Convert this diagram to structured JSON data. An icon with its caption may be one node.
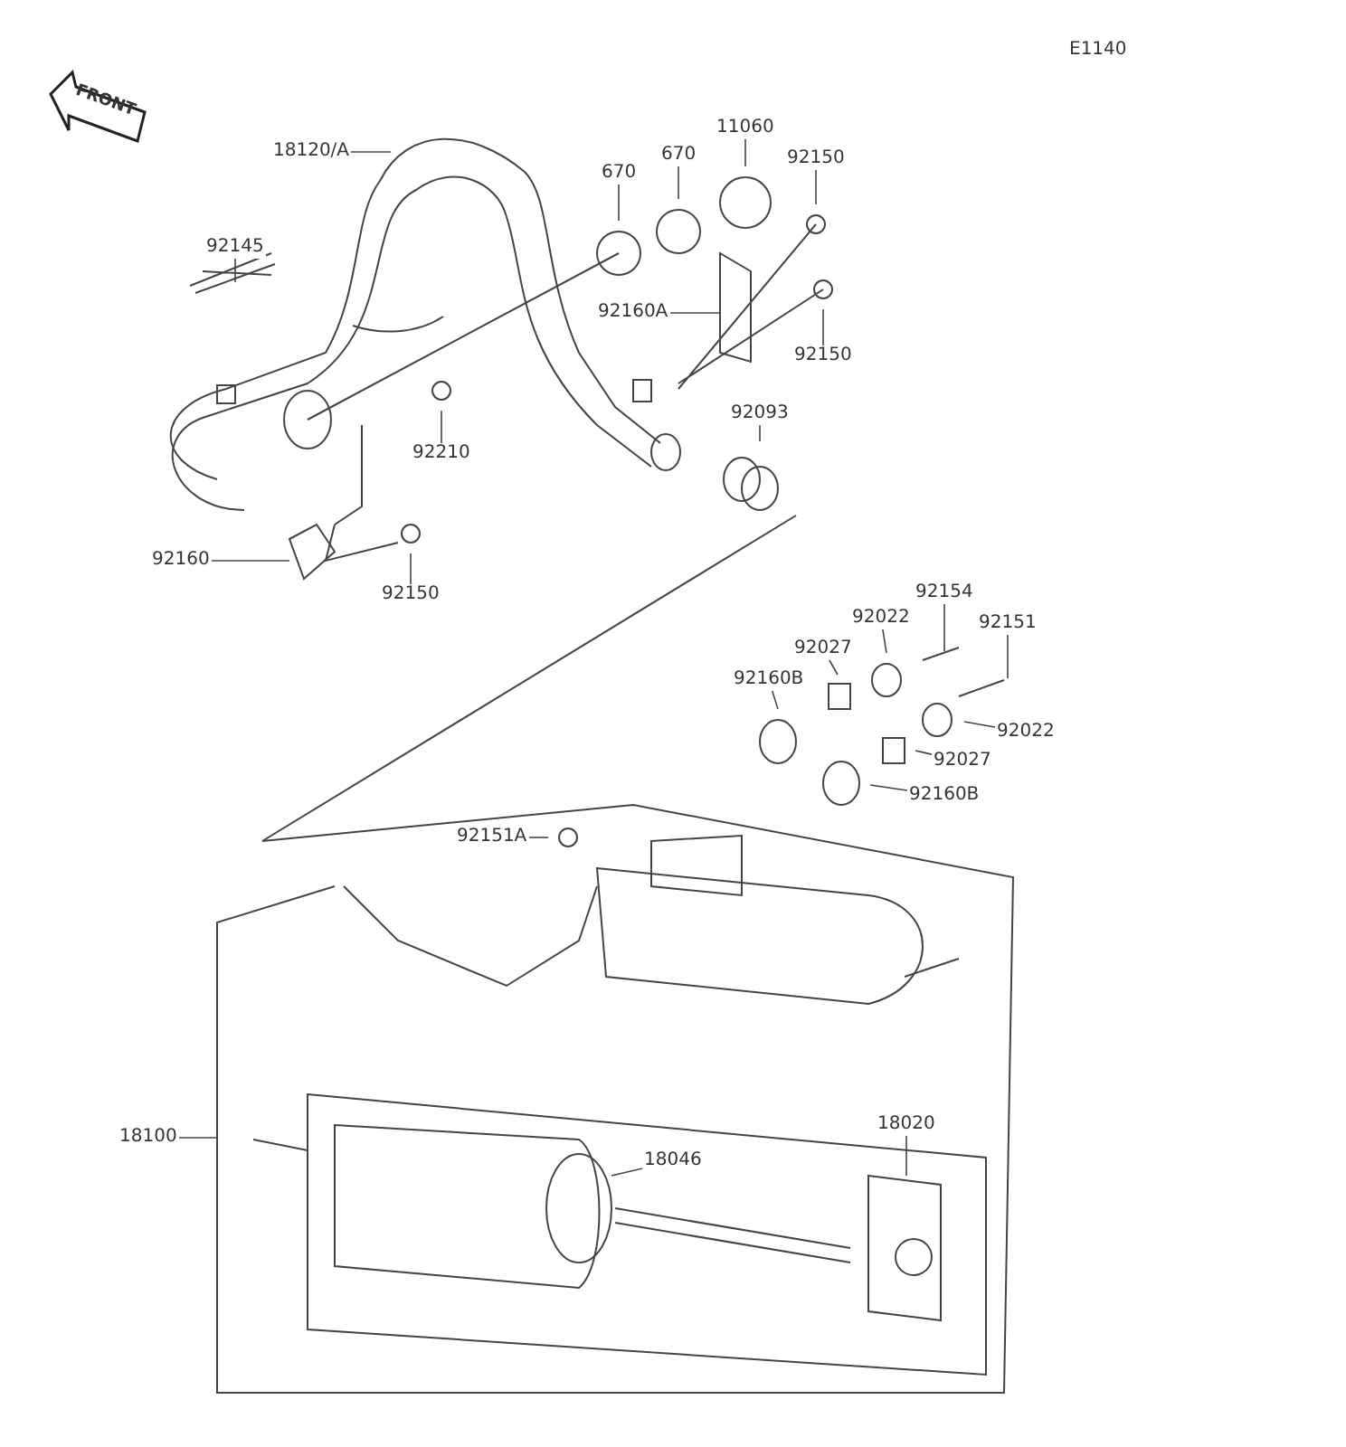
{
  "diagram": {
    "nodes": [
      {
        "text": [
          "18120/A"
        ]
      },
      {
        "text": [
          "670"
        ]
      },
      {
        "text": [
          "670"
        ]
      },
      {
        "text": [
          "11060"
        ]
      },
      {
        "text": [
          "92150"
        ]
      },
      {
        "text": [
          "92145"
        ]
      },
      {
        "text": [
          "92160A"
        ]
      },
      {
        "text": [
          "92150"
        ]
      },
      {
        "text": [
          "92210"
        ]
      },
      {
        "text": [
          "92093"
        ]
      },
      {
        "text": [
          "92160"
        ]
      },
      {
        "text": [
          "92150"
        ]
      },
      {
        "text": [
          "92154"
        ]
      },
      {
        "text": [
          "92022"
        ]
      },
      {
        "text": [
          "92151"
        ]
      },
      {
        "text": [
          "92027"
        ]
      },
      {
        "text": [
          "92160B"
        ]
      },
      {
        "text": [
          "92022"
        ]
      },
      {
        "text": [
          "92027"
        ]
      },
      {
        "text": [
          "92160B"
        ]
      },
      {
        "text": [
          "92151A"
        ]
      },
      {
        "text": [
          "18100"
        ]
      },
      {
        "text": [
          "18046"
        ]
      },
      {
        "text": [
          "18020"
        ]
      }
    ],
    "edges": [
      {
        "from": 0,
        "to": null,
        "arrow": "none"
      },
      {
        "from": 1,
        "to": null,
        "arrow": "none"
      },
      {
        "from": 2,
        "to": null,
        "arrow": "none"
      },
      {
        "from": 3,
        "to": null,
        "arrow": "none"
      },
      {
        "from": 4,
        "to": null,
        "arrow": "none"
      },
      {
        "from": 5,
        "to": null,
        "arrow": "none"
      },
      {
        "from": 6,
        "to": null,
        "arrow": "none"
      },
      {
        "from": 7,
        "to": null,
        "arrow": "none"
      },
      {
        "from": 8,
        "to": null,
        "arrow": "none"
      },
      {
        "from": 9,
        "to": null,
        "arrow": "none"
      },
      {
        "from": 10,
        "to": null,
        "arrow": "none"
      },
      {
        "from": 11,
        "to": null,
        "arrow": "none"
      },
      {
        "from": 12,
        "to": null,
        "arrow": "none"
      },
      {
        "from": 13,
        "to": null,
        "arrow": "none"
      },
      {
        "from": 14,
        "to": null,
        "arrow": "none"
      },
      {
        "from": 15,
        "to": null,
        "arrow": "none"
      },
      {
        "from": 16,
        "to": null,
        "arrow": "none"
      },
      {
        "from": 17,
        "to": null,
        "arrow": "none"
      },
      {
        "from": 18,
        "to": null,
        "arrow": "none"
      },
      {
        "from": 19,
        "to": null,
        "arrow": "none"
      },
      {
        "from": 20,
        "to": null,
        "arrow": "none"
      },
      {
        "from": 21,
        "to": null,
        "arrow": "none"
      },
      {
        "from": 22,
        "to": null,
        "arrow": "none"
      },
      {
        "from": 23,
        "to": null,
        "arrow": "none"
      }
    ],
    "labels": [
      "E1140",
      "FRONT"
    ]
  }
}
